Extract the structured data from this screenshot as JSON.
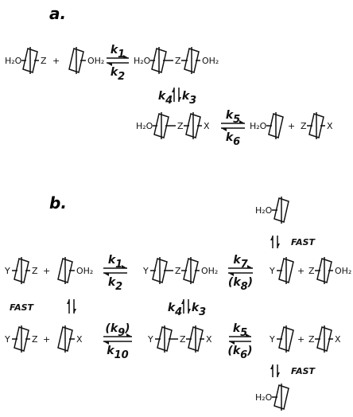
{
  "panels": {
    "a": {
      "label": "a."
    },
    "b": {
      "label": "b."
    }
  },
  "species": {
    "h2o": "H₂O",
    "oh2": "OH₂",
    "z": "Z",
    "x": "X",
    "y": "Y",
    "plus": "+"
  },
  "rate_constants": {
    "k1": "k1",
    "k2": "k2",
    "k3": "k3",
    "k4": "k4",
    "k5": "k5",
    "k6": "k6",
    "k7": "k7",
    "k8": "(k8)",
    "k9": "(k9)",
    "k10": "k10",
    "k6_paren": "(k6)"
  },
  "annotations": {
    "fast": "FAST"
  }
}
